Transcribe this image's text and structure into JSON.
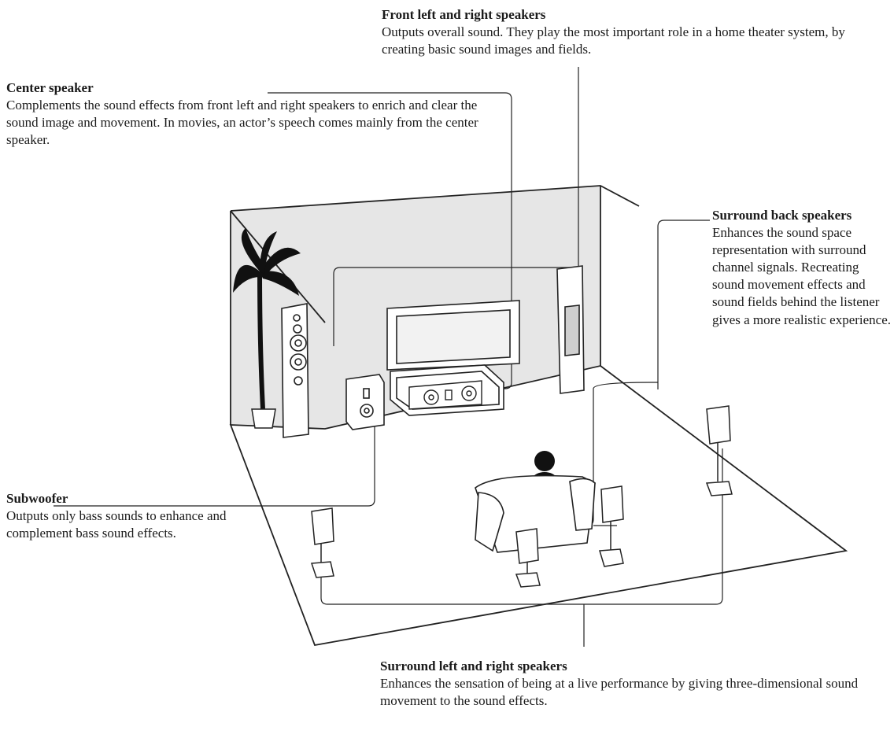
{
  "labels": {
    "front": {
      "title": "Front left and right speakers",
      "text": "Outputs overall sound. They play the most important role in a home theater system, by creating basic sound images and fields."
    },
    "center": {
      "title": "Center speaker",
      "text": "Complements the sound effects from front left and right speakers to enrich and clear the sound image and movement. In movies, an actor’s speech comes mainly from the center speaker."
    },
    "surround_back": {
      "title": "Surround back speakers",
      "text": "Enhances the sound space representation with surround channel signals. Recreating sound movement effects and sound fields behind the listener gives a more realistic experience."
    },
    "subwoofer": {
      "title": "Subwoofer",
      "text": "Outputs only bass sounds to enhance and complement bass sound effects."
    },
    "surround": {
      "title": "Surround left and right speakers",
      "text": "Enhances the sensation of being at a live performance by giving three-dimensional sound movement to the sound effects."
    }
  }
}
